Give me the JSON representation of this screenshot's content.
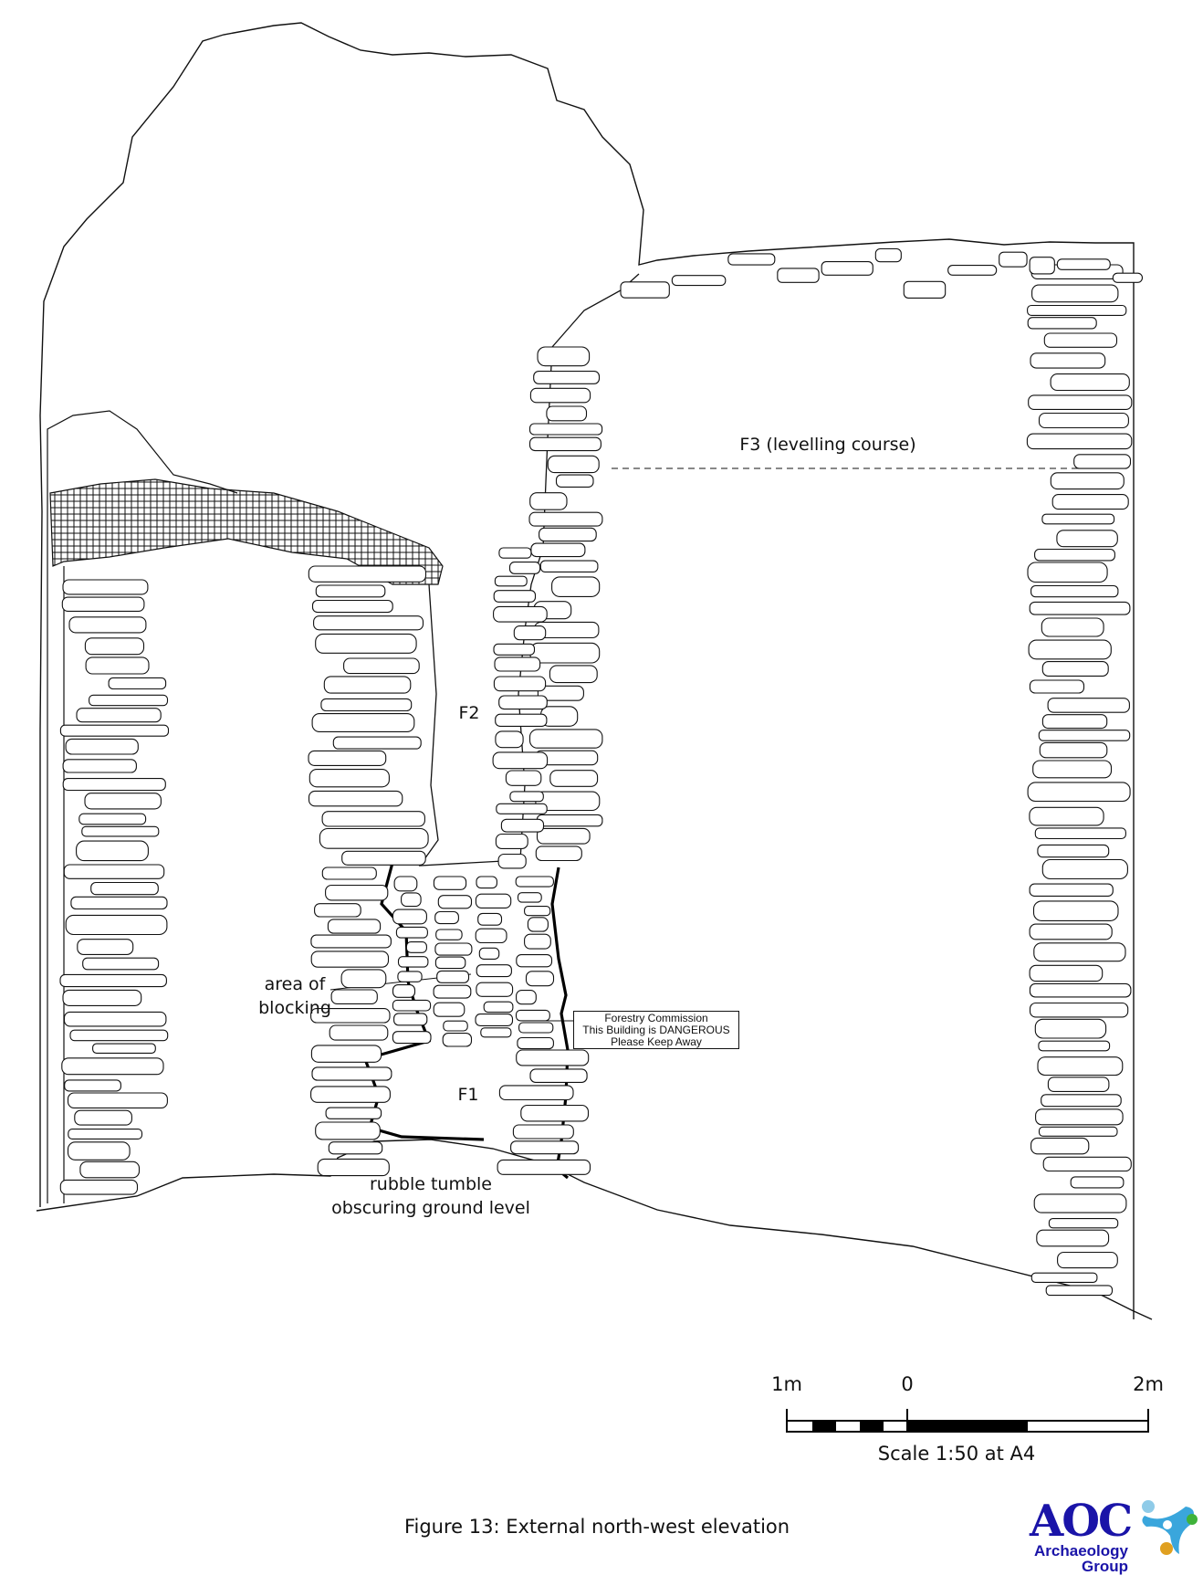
{
  "figure": {
    "caption": "Figure 13: External north-west elevation",
    "labels": {
      "f3": "F3 (levelling course)",
      "f2": "F2",
      "f1": "F1",
      "blocking_line1": "area of",
      "blocking_line2": "blocking",
      "rubble_line1": "rubble tumble",
      "rubble_line2": "obscuring ground level"
    },
    "sign": {
      "line1": "Forestry Commission",
      "line2": "This Building is DANGEROUS",
      "line3": "Please Keep Away"
    }
  },
  "scale_bar": {
    "left_label": "1m",
    "zero_label": "0",
    "right_label": "2m",
    "caption": "Scale 1:50 at A4"
  },
  "logo": {
    "name": "AOC",
    "line1": "Archaeology",
    "line2": "Group",
    "colors": {
      "text": "#1a14a8",
      "swirl": "#3aa6dc",
      "dot_light": "#8fcbe8",
      "dot_green": "#3fb23a",
      "dot_orange": "#e0a020"
    }
  }
}
